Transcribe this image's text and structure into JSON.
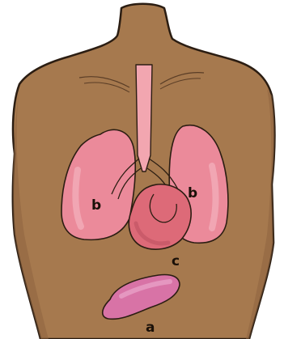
{
  "labels": {
    "stomach": "a",
    "lung_left": "b",
    "lung_right": "b",
    "heart": "c"
  },
  "colors": {
    "skin": "#a6794e",
    "skin_shade": "#8e6440",
    "outline": "#2b1d12",
    "lung": "#eb8a9a",
    "lung_light": "#f3b2bd",
    "trachea": "#f2a6b0",
    "heart": "#dd6a78",
    "heart_dark": "#c25564",
    "stomach": "#d873a6",
    "stomach_light": "#e9a0c7"
  }
}
